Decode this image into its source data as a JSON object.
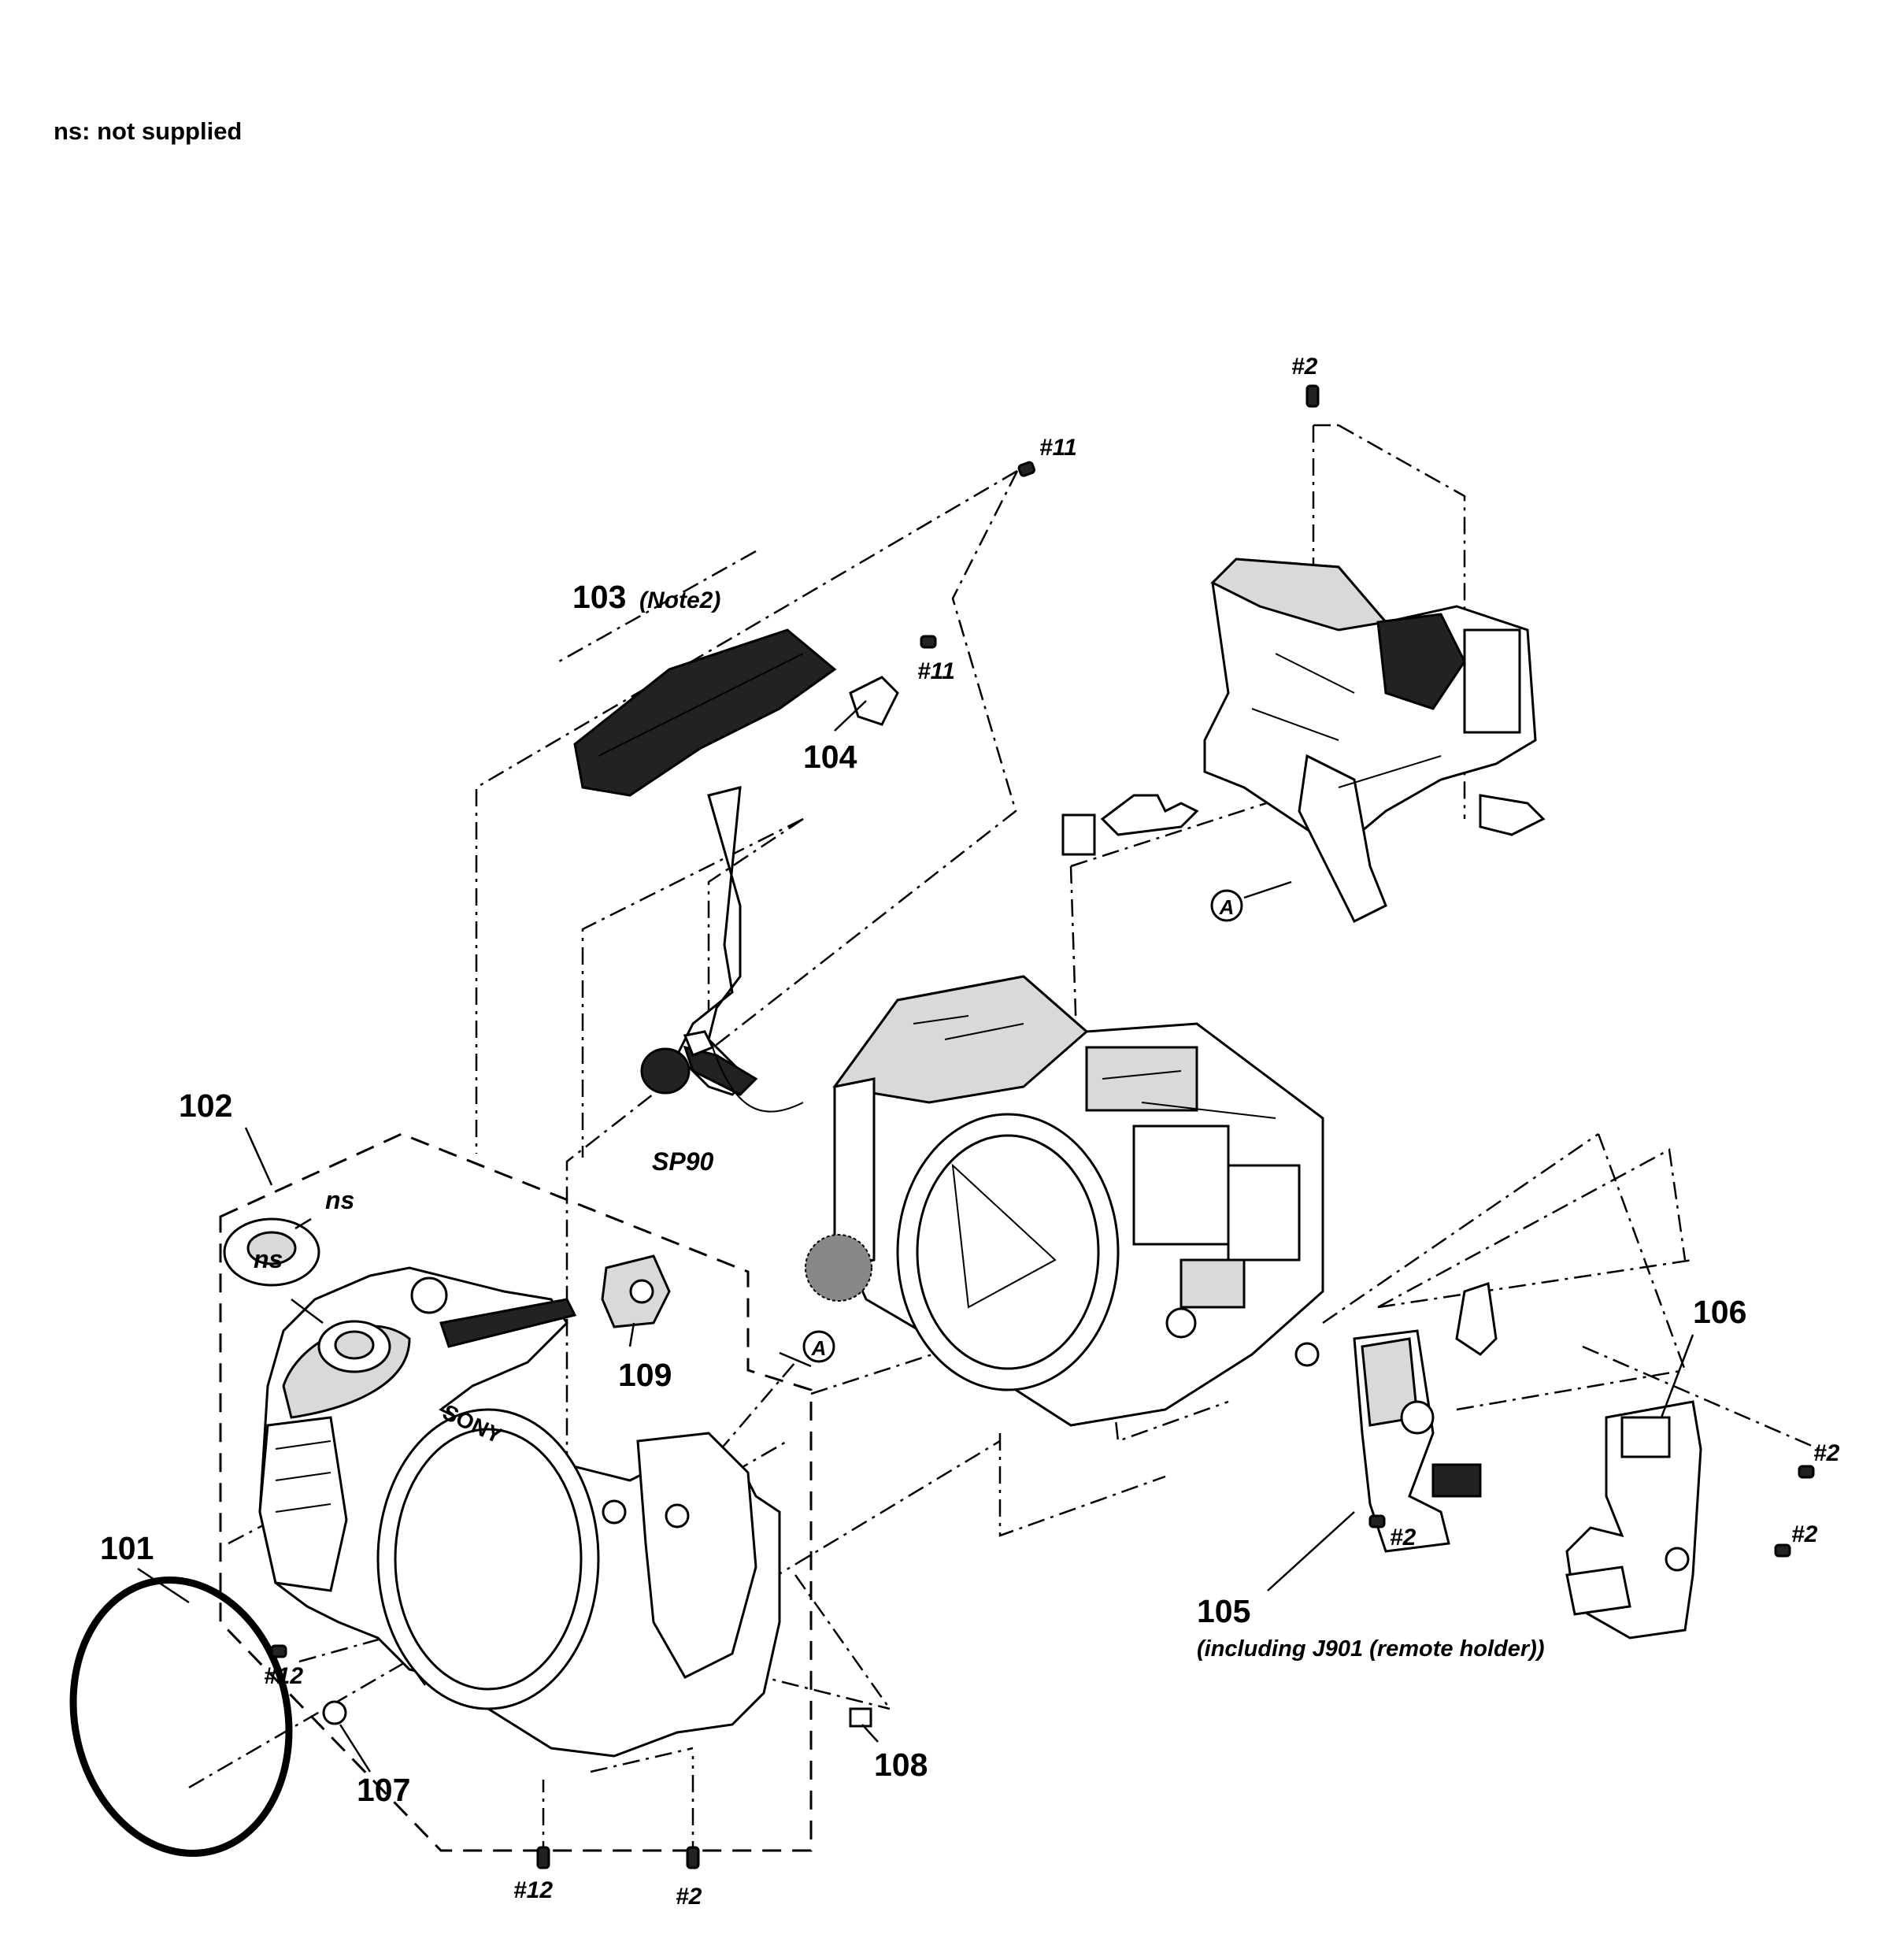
{
  "note": "ns: not supplied",
  "callouts": {
    "p101": "101",
    "p102": "102",
    "p103": "103",
    "p103_note": "(Note2)",
    "p104": "104",
    "p105": "105",
    "p105_sub": "(including J901 (remote holder))",
    "p106": "106",
    "p107": "107",
    "p108": "108",
    "p109": "109",
    "sp90": "SP90",
    "ns_top": "ns",
    "ns_left": "ns",
    "ref_a_1": "A",
    "ref_a_2": "A"
  },
  "screws": {
    "s2_top": "#2",
    "s11_top": "#11",
    "s11_mid": "#11",
    "s2_105": "#2",
    "s2_106a": "#2",
    "s2_106b": "#2",
    "s12_left": "#12",
    "s12_bottom": "#12",
    "s2_bottom": "#2"
  }
}
